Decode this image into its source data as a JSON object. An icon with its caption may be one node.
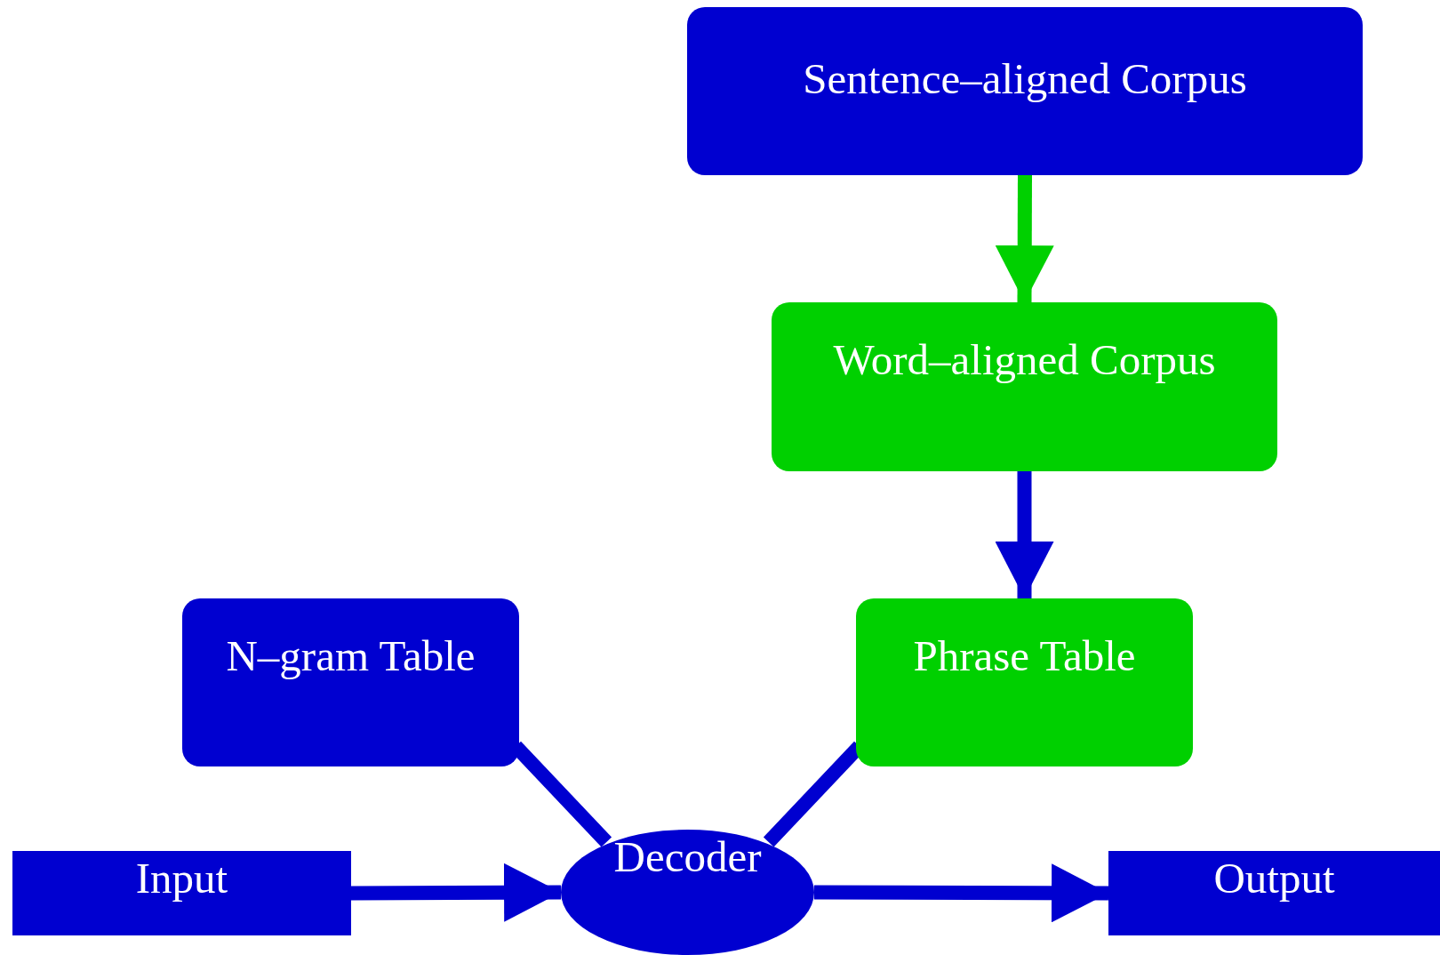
{
  "diagram": {
    "nodes": [
      {
        "text": [
          "Sentence–aligned Corpus"
        ]
      },
      {
        "text": [
          "Word–aligned Corpus"
        ]
      },
      {
        "text": [
          "N–gram Table"
        ]
      },
      {
        "text": [
          "Phrase Table"
        ]
      },
      {
        "text": [
          "Input"
        ]
      },
      {
        "text": [
          "Decoder"
        ]
      },
      {
        "text": [
          "Output"
        ]
      }
    ],
    "edges": [
      {
        "from": 0,
        "to": 1,
        "arrow": "to",
        "color": "#00d000"
      },
      {
        "from": 1,
        "to": 3,
        "arrow": "to"
      },
      {
        "from": 2,
        "to": 5,
        "arrow": "none"
      },
      {
        "from": 3,
        "to": 5,
        "arrow": "none"
      },
      {
        "from": 4,
        "to": 5,
        "arrow": "to"
      },
      {
        "from": 5,
        "to": 6,
        "arrow": "to"
      }
    ]
  }
}
